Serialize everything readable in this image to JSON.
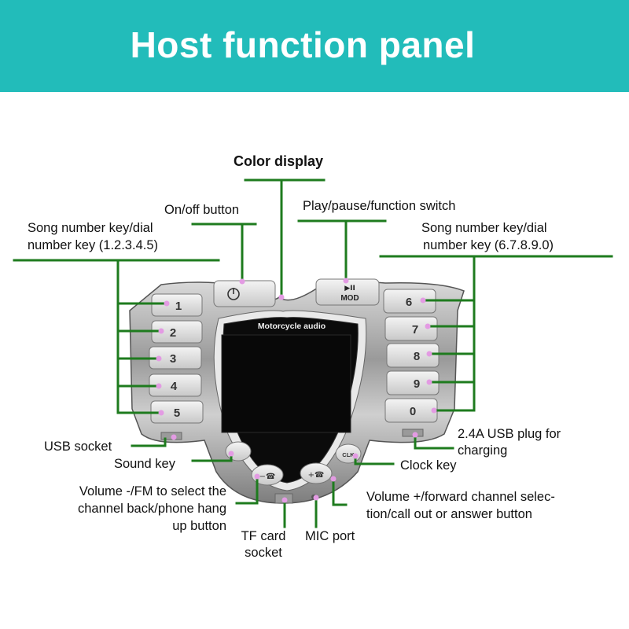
{
  "header": {
    "title": "Host function panel"
  },
  "device": {
    "brand_text": "Motorcycle audio",
    "left_keys": [
      "1",
      "2",
      "3",
      "4",
      "5"
    ],
    "right_keys": [
      "6",
      "7",
      "8",
      "9",
      "0"
    ],
    "play_key": "▶II",
    "mod_key": "MOD",
    "clock_key": "CLK"
  },
  "labels": {
    "color_display": "Color display",
    "on_off": "On/off button",
    "play_pause": "Play/pause/function switch",
    "song_left_1": "Song number key/dial",
    "song_left_2": "number key (1.2.3.4.5)",
    "song_right_1": "Song number key/dial",
    "song_right_2": "number key (6.7.8.9.0)",
    "usb_socket": "USB socket",
    "sound_key": "Sound key",
    "usb_plug_1": "2.4A USB plug for",
    "usb_plug_2": "charging",
    "clock_key": "Clock key",
    "vol_minus_1": "Volume -/FM to select the",
    "vol_minus_2": "channel back/phone hang",
    "vol_minus_3": "up button",
    "vol_plus_1": "Volume +/forward channel selec-",
    "vol_plus_2": "tion/call out or answer button",
    "tf_card_1": "TF card",
    "tf_card_2": "socket",
    "mic_port": "MIC port"
  },
  "colors": {
    "header_bg": "#22bcba",
    "leader_line": "#1e7b1e",
    "marker_dot": "#e39be3"
  }
}
